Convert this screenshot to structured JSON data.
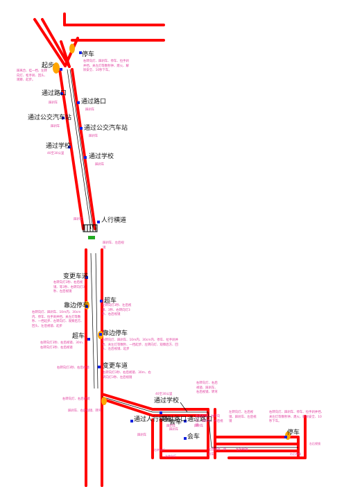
{
  "colors": {
    "road": "#ff0000",
    "route": "#000000",
    "waypoint": "#1020e0",
    "start_marker": "#ffa500",
    "crosswalk": "#000000",
    "text": "#111111",
    "note": "#e040a0",
    "green": "#22aa22"
  },
  "labels": {
    "stop_top": "停车",
    "start_left": "起步",
    "intersection_left": "通过路口",
    "intersection_right": "通过路口",
    "bus_left": "通过公交汽车站",
    "bus_right": "通过公交汽车站",
    "school_left": "通过学校",
    "school_right": "通过学校",
    "crosswalk_right": "人行横道",
    "lane_change_1": "变更车道",
    "overtake_1": "超车",
    "pull_over_left": "靠边停车",
    "overtake_2": "超车",
    "pull_over_right": "靠边停车",
    "lane_change_2": "变更车道",
    "school_bottom": "通过学校",
    "crosswalk_bottom": "通过人行横道",
    "intersection_bottom_1": "通过路口",
    "meet_1": "会车",
    "intersection_bottom_2": "通过路口",
    "meet_2": "会车",
    "stop_bottom": "停车"
  },
  "notes": {
    "stop_top": "右转向灯、踩刹车、停车、拉手刹并挡、关左灯等数秒钟、熄火、解除安全、10秒下车。",
    "start_left": "踩离合、挂一档、左转向灯、松手刹、回头、观察、起步。",
    "intersection_left": "踩刹车",
    "intersection_right": "踩刹车",
    "bus_left": "踩刹车",
    "bus_right": "踩刹车",
    "school_left": "40至30公里",
    "school_right": "踩刹车",
    "crosswalk_left": "踩刹车",
    "crosswalk_right": "踩刹车、左后视镜",
    "lane_change_1": "右转向灯3秒、右后视镜、等3秒、右转向灯3秒、左后视镜",
    "overtake_1": "左转向灯3秒、左后视镜、3秒、右转向灯3秒、右后视镜",
    "pull_over_left": "右转向灯、踩刹车、10m内、30cm内、停车、拉手刹并挡、关左灯等数秒、一挡起步、左转向灯、观察后方、回头、左后视镜、起步",
    "overtake_2": "右转向灯3秒、右后视镜、30m、右转向灯3秒、右后视镜",
    "pull_over_right": "右转向灯、踩刹车、10m内、30cm内、停车、拉手刹并挡、关左灯等数秒、一挡起步、左转向灯、观察后方、回头、左后视镜、起步",
    "lane_change_2": "右转向灯3秒、右后视镜、30m、右转向灯3秒、左后视镜",
    "small_lane_2": "右转向灯3秒、右后视镜",
    "turn_corner": "右转向灯、右后视镜",
    "turn_corner_2": "踩刹车、右后视镜、转弯",
    "school_bottom": "40至30公里",
    "crosswalk_bottom": "踩刹车",
    "intersection_bottom_1": "踩刹车",
    "meet_1": "踩刹车",
    "intersection_bottom_2": "踩刹车",
    "meet_2": "右后视镜、右转向灯、踩刹车、右后视镜",
    "corner_right": "右转向灯、右后视镜、踩刹车、右后视镜、转弯",
    "uturn_1": "左转向灯、左后视镜、踩刹车、左后视镜",
    "uturn_2": "左后视镜",
    "uturn_3": "左后视镜、踩刹车",
    "stop_bottom": "右转向灯、踩刹车、停车、拉手刹并挡、关左灯等数秒钟、熄火、解除安全、10秒下车。",
    "bottom_small_1": "右转向灯",
    "bottom_small_2": "左转向灯",
    "bottom_small_3": "右后视镜",
    "bottom_small_4": "右后视镜"
  }
}
